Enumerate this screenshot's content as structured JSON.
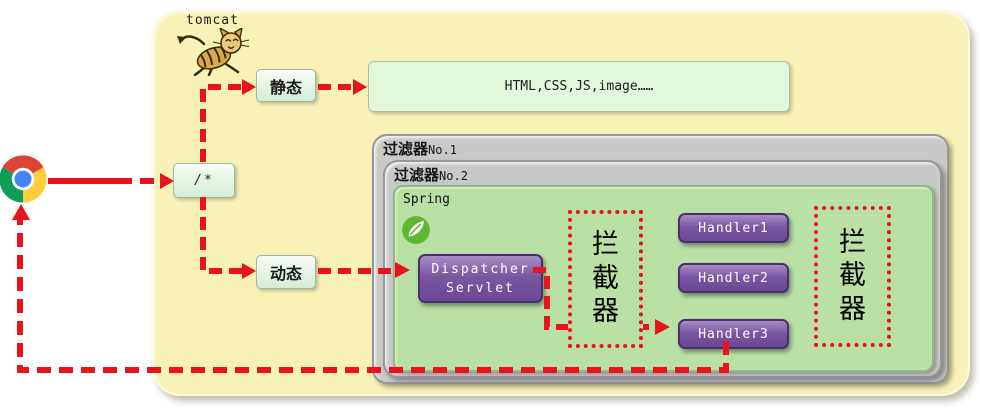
{
  "tomcat": {
    "title": "tomcat",
    "route": "/*",
    "static_label": "静态",
    "dynamic_label": "动态",
    "static_resources": "HTML,CSS,JS,image……"
  },
  "filters": {
    "filter1": {
      "name": "过滤器",
      "number": "No.1"
    },
    "filter2": {
      "name": "过滤器",
      "number": "No.2"
    }
  },
  "spring": {
    "title": "Spring",
    "dispatcher_line1": "Dispatcher",
    "dispatcher_line2": "Servlet",
    "handlers": [
      "Handler1",
      "Handler2",
      "Handler3"
    ],
    "interceptor_chars": [
      "拦",
      "截",
      "器"
    ]
  },
  "icons": {
    "browser": "chrome-icon",
    "tomcat_logo": "tomcat-cat-icon",
    "spring_logo": "spring-leaf-icon"
  },
  "colors": {
    "arrow_red": "#e8131d",
    "tomcat_bg": "#f8f2b6",
    "filter_gray": "#c9c9c9",
    "spring_green": "#b9e1a6",
    "mint_green": "#e7f6e7",
    "resource_green": "#e3f7dd",
    "handler_purple": "#7b57a2",
    "chrome_red": "#db4437",
    "chrome_green": "#0f9d58",
    "chrome_yellow": "#ffcd40",
    "chrome_blue": "#4285f4",
    "spring_leaf": "#5fb832"
  }
}
